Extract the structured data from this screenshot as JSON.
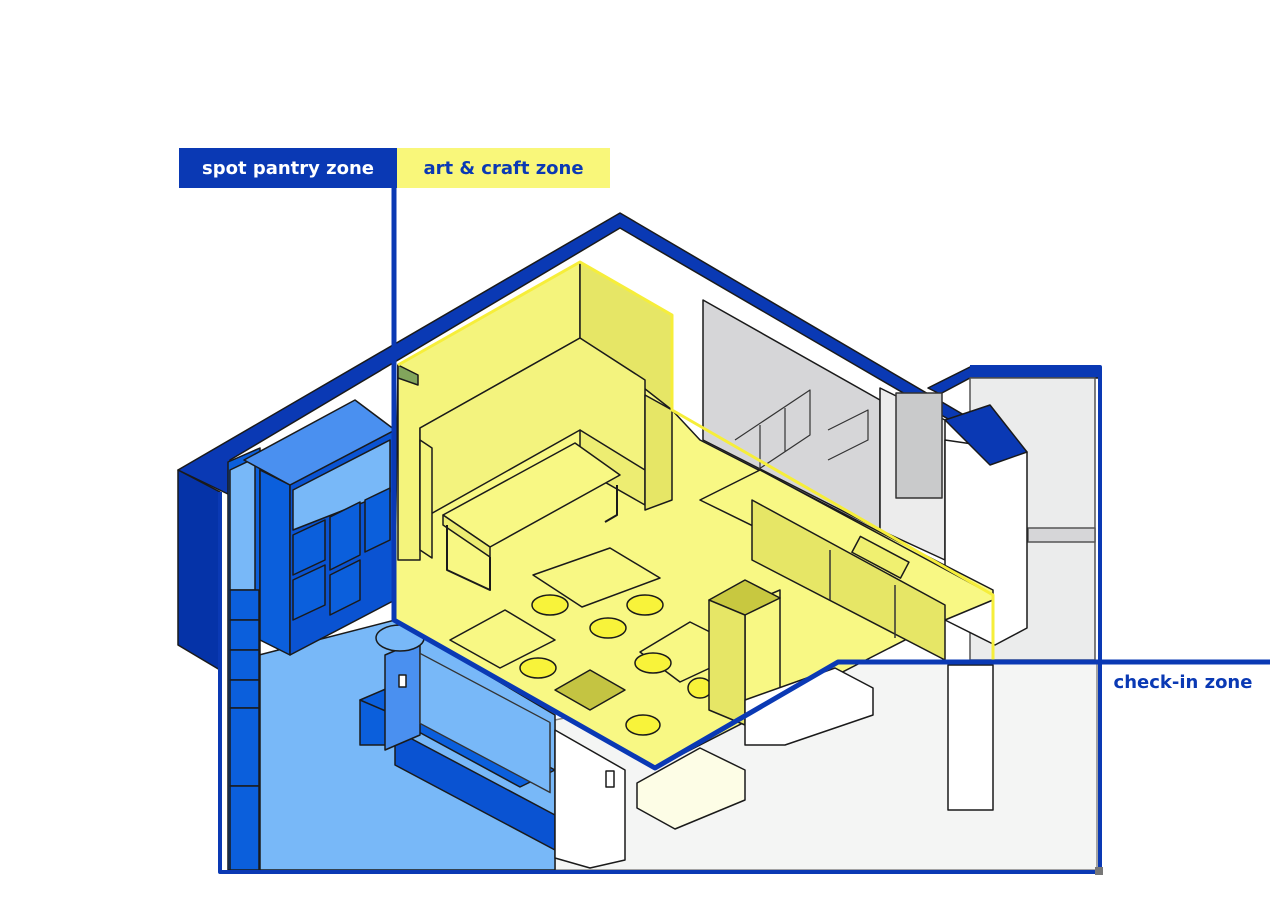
{
  "zones": {
    "pantry": {
      "label": "spot pantry zone",
      "color": "#0a39b4",
      "fill": "#78b8f8"
    },
    "craft": {
      "label": "art & craft zone",
      "color": "#f9f77a",
      "fill": "#f8f884"
    },
    "checkin": {
      "label": "check-in zone",
      "color": "#0a39b4",
      "fill": "#f4f5f4"
    }
  },
  "palette": {
    "dark_blue": "#0a39b4",
    "mid_blue": "#0b5fdc",
    "light_blue": "#78b8f8",
    "yellow": "#f8f884",
    "grey": "#d6d6d8"
  }
}
